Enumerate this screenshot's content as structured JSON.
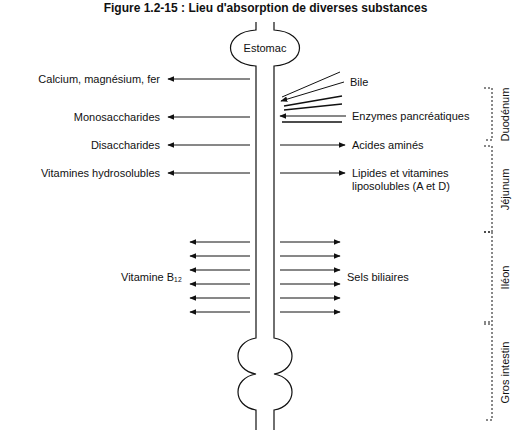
{
  "diagram": {
    "title": "Figure 1.2-15 : Lieu d'absorption de diverses substances",
    "labels": [
      "Estomac",
      "Calcium, magnésium, fer",
      "Bile",
      "Enzymes pancréatiques",
      "Monosaccharides",
      "Disaccharides",
      "Acides aminés",
      "Vitamines hydrosolubles",
      "Lipides et vitamines liposolubles (A et D)",
      "Vitamine B₁₂",
      "Sels biliaires",
      "Duodénum",
      "Jéjunum",
      "Iléon",
      "Gros intestin"
    ]
  }
}
